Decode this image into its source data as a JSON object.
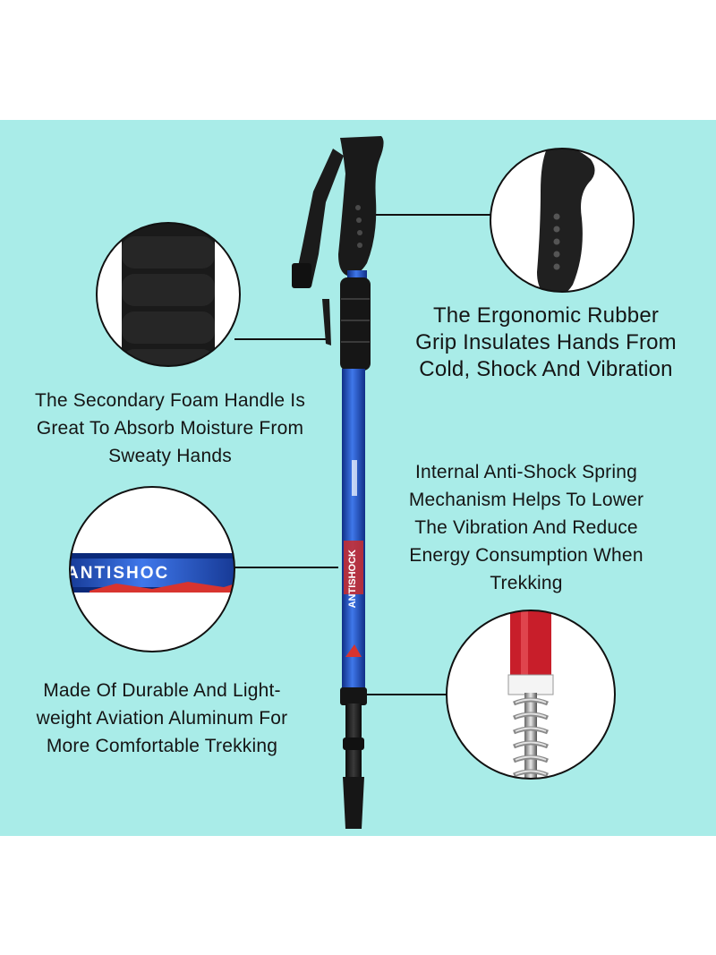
{
  "captions": {
    "grip": [
      "The Ergonomic Rubber",
      "Grip Insulates Hands From",
      "Cold, Shock And Vibration"
    ],
    "foam": [
      "The Secondary Foam Handle Is",
      "Great To Absorb Moisture From",
      "Sweaty Hands"
    ],
    "spring": [
      "Internal Anti-Shock Spring",
      "Mechanism Helps To Lower",
      "The Vibration And Reduce",
      "Energy Consumption When",
      "Trekking"
    ],
    "aluminum": [
      "Made Of Durable And Light-",
      "weight Aviation Aluminum For",
      "More Comfortable Trekking"
    ]
  },
  "pole_label": "ANTISHOCK",
  "zoom_label": "ANTISHOC",
  "colors": {
    "background": "#a9ece8",
    "pole_blue": "#1e4fc8",
    "handle_black": "#1c1c1c",
    "spring_red": "#c81e2a"
  }
}
